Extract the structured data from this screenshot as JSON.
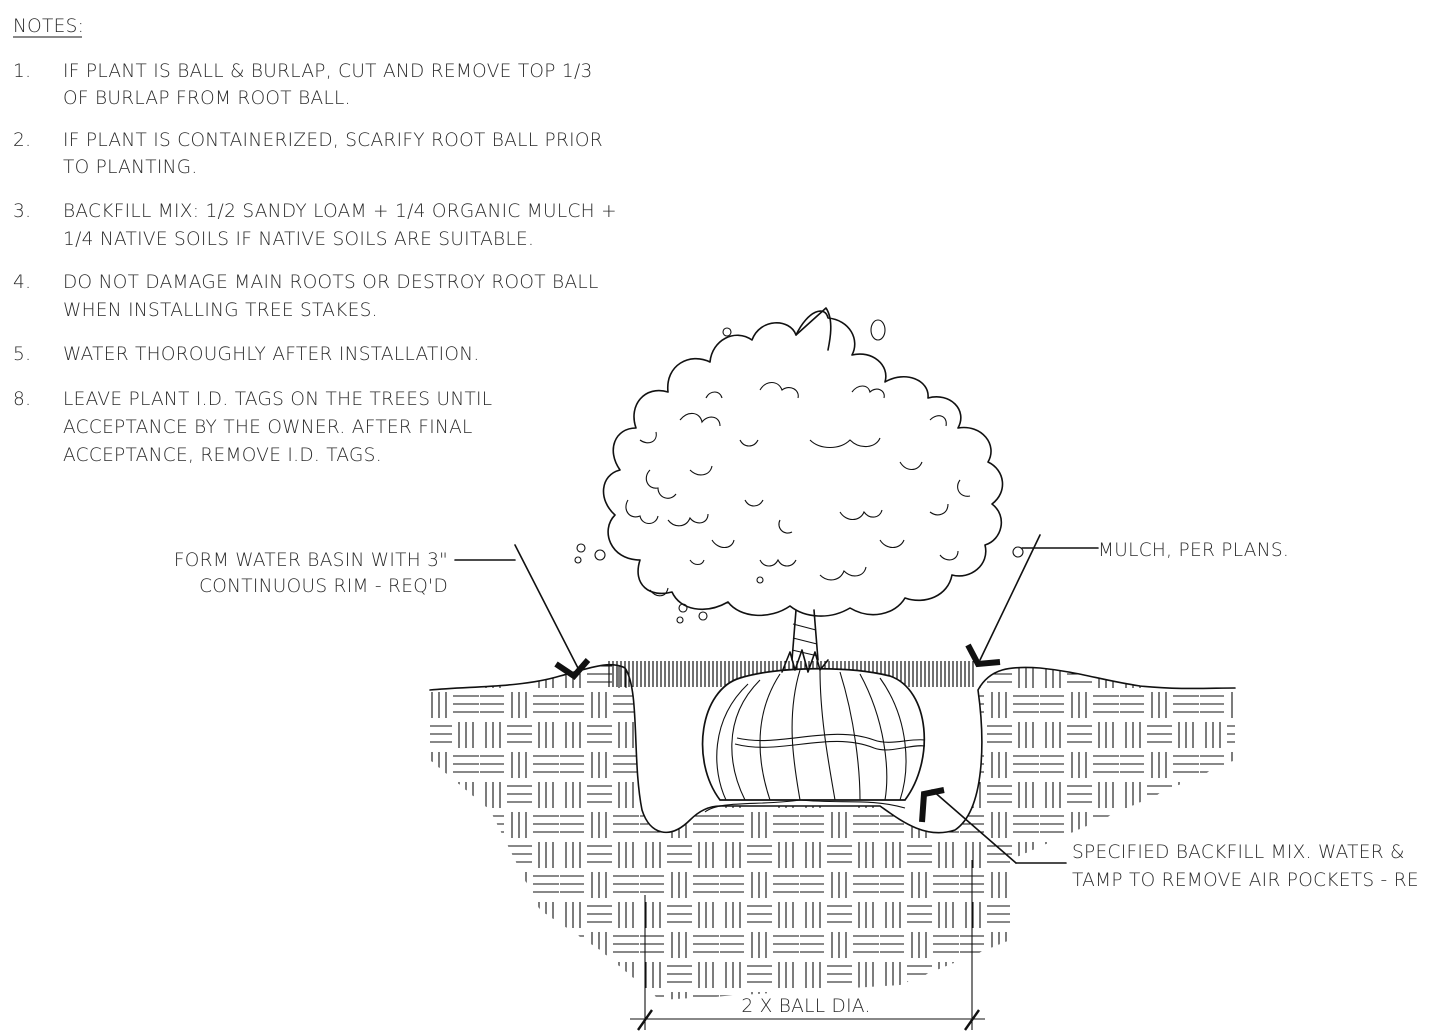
{
  "notes": {
    "heading": "NOTES",
    "heading_suffix": ":",
    "items": [
      {
        "num": "1.",
        "lines": [
          "IF PLANT IS BALL & BURLAP, CUT AND REMOVE TOP 1/3",
          "OF BURLAP FROM ROOT BALL."
        ]
      },
      {
        "num": "2.",
        "lines": [
          "IF PLANT IS  CONTAINERIZED, SCARIFY ROOT BALL PRIOR",
          "TO PLANTING."
        ]
      },
      {
        "num": "3.",
        "lines": [
          "BACKFILL MIX: 1/2 SANDY LOAM + 1/4 ORGANIC MULCH +",
          "1/4 NATIVE SOILS IF NATIVE SOILS ARE SUITABLE."
        ]
      },
      {
        "num": "4.",
        "lines": [
          "DO NOT DAMAGE MAIN ROOTS OR DESTROY ROOT BALL",
          "WHEN INSTALLING TREE STAKES."
        ]
      },
      {
        "num": "5.",
        "lines": [
          "WATER THOROUGHLY AFTER INSTALLATION."
        ]
      },
      {
        "num": "8.",
        "lines": [
          "LEAVE PLANT I.D. TAGS ON THE TREES UNTIL",
          "ACCEPTANCE BY THE OWNER. AFTER FINAL",
          "ACCEPTANCE, REMOVE I.D. TAGS."
        ]
      }
    ]
  },
  "callouts": {
    "water_basin": [
      "FORM WATER BASIN WITH 3\"",
      "CONTINUOUS RIM - REQ'D"
    ],
    "mulch": "MULCH, PER PLANS.",
    "backfill": [
      "SPECIFIED BACKFILL MIX.  WATER &",
      "TAMP TO REMOVE AIR  POCKETS - RE"
    ]
  },
  "dimension": {
    "label": "2 X BALL DIA."
  }
}
